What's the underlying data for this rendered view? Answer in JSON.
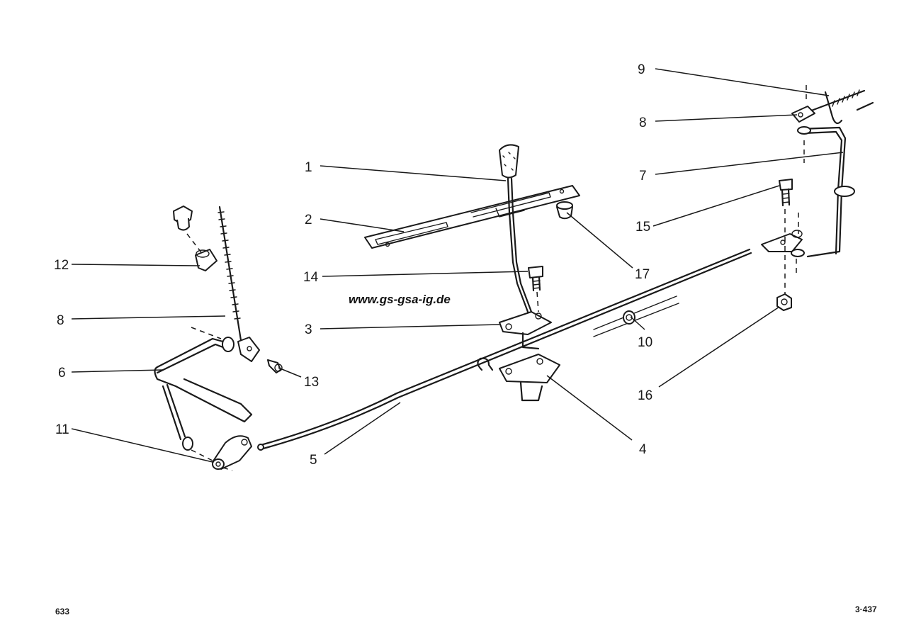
{
  "watermark": "www.gs-gsa-ig.de",
  "page_number": "633",
  "figure_code": "3·437",
  "callouts": {
    "c1": "1",
    "c2": "2",
    "c3": "3",
    "c4": "4",
    "c5": "5",
    "c6": "6",
    "c7": "7",
    "c8_right": "8",
    "c8_left": "8",
    "c9": "9",
    "c10": "10",
    "c11": "11",
    "c12": "12",
    "c13": "13",
    "c14": "14",
    "c15": "15",
    "c16": "16",
    "c17": "17"
  }
}
